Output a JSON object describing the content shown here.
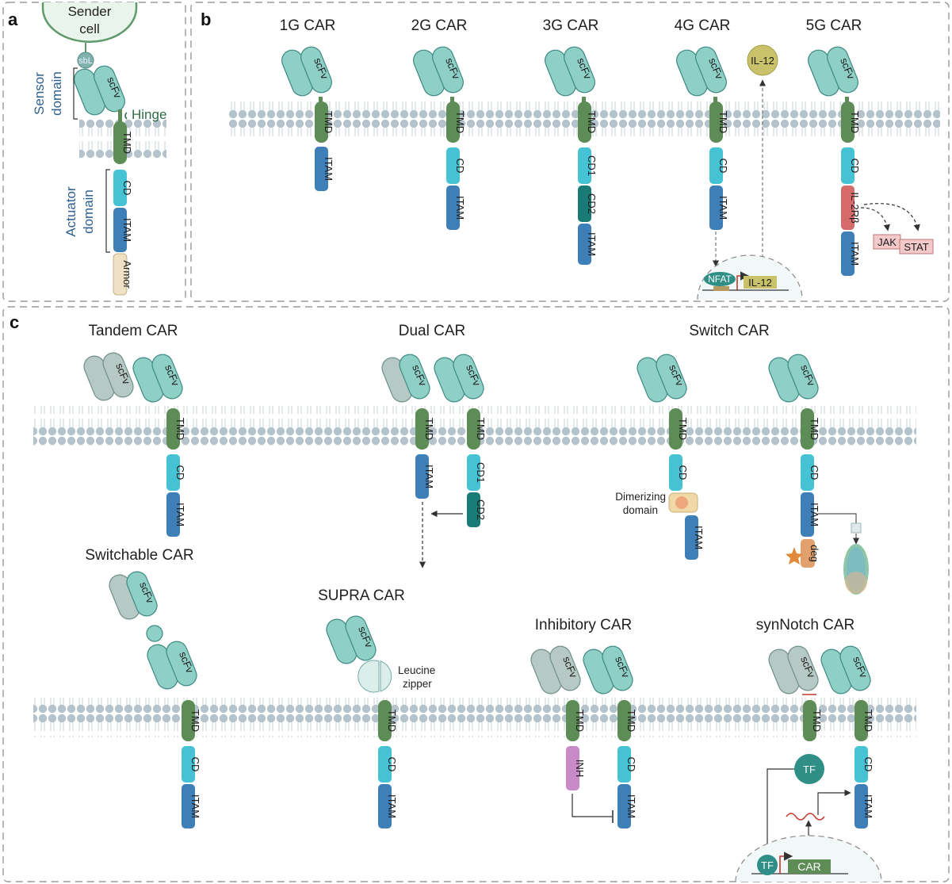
{
  "panels": {
    "a": "a",
    "b": "b",
    "c": "c"
  },
  "colors": {
    "scfv": "#8fd0c6",
    "scfv_gray": "#b7c9c4",
    "scfv_stroke": "#3c8a82",
    "tmd": "#5e8c57",
    "cd": "#45c3d4",
    "itam": "#3d7fb6",
    "cd2": "#197a76",
    "il2rb": "#d46a6a",
    "inh": "#c98bc7",
    "deg": "#e2a06c",
    "armor": "#efe1c4",
    "membrane_bead": "#b5c4cc",
    "il12": "#c9c26a",
    "tf": "#2f8f86",
    "label_blue": "#2f5f8f"
  },
  "panel_a": {
    "sender_cell": [
      "Sender",
      "cell"
    ],
    "sbl": "sbL",
    "sensor_domain": [
      "Sensor",
      "domain"
    ],
    "hinge": "Hinge",
    "actuator_domain": [
      "Actuator",
      "domain"
    ],
    "segments": {
      "scfv": "scFv",
      "tmd": "TMD",
      "cd": "CD",
      "itam": "ITAM",
      "armor": "Armor"
    }
  },
  "panel_b": {
    "titles": [
      "1G CAR",
      "2G CAR",
      "3G CAR",
      "4G CAR",
      "5G CAR"
    ],
    "il12": "IL-12",
    "nfat": "NFAT",
    "il12_gene": "IL-12",
    "cd1": "CD1",
    "cd2": "CD2",
    "il2rb": "IL-2Rβ",
    "jak": "JAK",
    "stat": "STAT"
  },
  "panel_c": {
    "tandem": "Tandem CAR",
    "dual": "Dual CAR",
    "switch": "Switch CAR",
    "switchable": "Switchable CAR",
    "supra": "SUPRA CAR",
    "inhibitory": "Inhibitory CAR",
    "synnotch": "synNotch CAR",
    "dimerizing": [
      "Dimerizing",
      "domain"
    ],
    "leucine": [
      "Leucine",
      "zipper"
    ],
    "inh": "INH",
    "deg": "deg",
    "tf": "TF",
    "car_gene": "CAR"
  }
}
